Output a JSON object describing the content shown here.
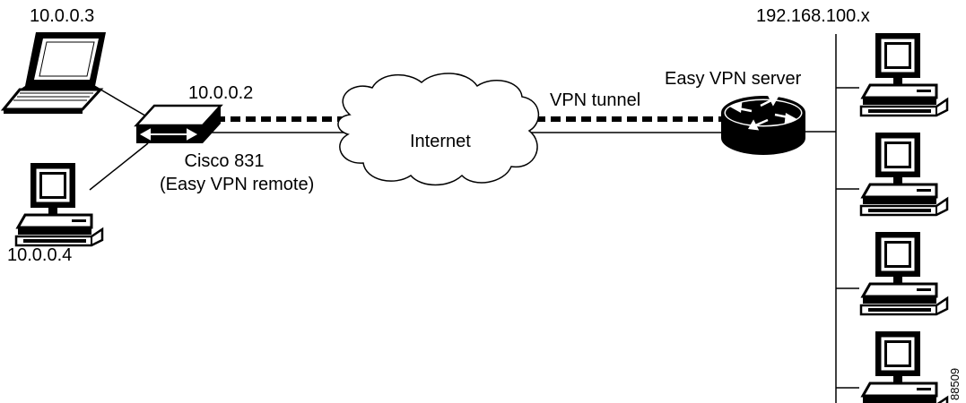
{
  "labels": {
    "laptop_ip": "10.0.0.3",
    "pc_ip": "10.0.0.4",
    "router_ip": "10.0.0.2",
    "router_name": "Cisco 831",
    "router_role": "(Easy VPN remote)",
    "cloud": "Internet",
    "tunnel": "VPN tunnel",
    "server": "Easy VPN server",
    "subnet": "192.168.100.x",
    "figure_id": "88509"
  },
  "colors": {
    "line": "#000000",
    "fill": "#ffffff"
  },
  "icons": [
    "laptop-icon",
    "pc-icon",
    "vpn-router-icon",
    "cloud-icon",
    "server-router-icon",
    "lan-pc-icon"
  ]
}
